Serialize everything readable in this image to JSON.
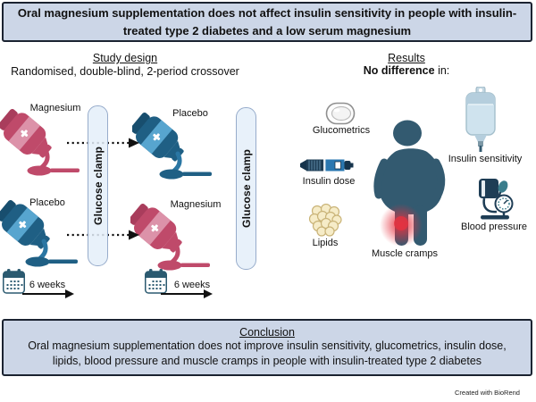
{
  "title": "Oral magnesium supplementation does not affect insulin sensitivity in people with insulin-treated type 2 diabetes and a low serum magnesium",
  "study_design": {
    "heading": "Study design",
    "subtitle": "Randomised, double-blind, 2-period crossover",
    "clamp_label": "Glucose clamp",
    "period1": {
      "top_label": "Magnesium",
      "bottom_label": "Placebo",
      "duration": "6 weeks"
    },
    "period2": {
      "top_label": "Placebo",
      "bottom_label": "Magnesium",
      "duration": "6 weeks"
    }
  },
  "results": {
    "heading": "Results",
    "emphasis": "No difference",
    "suffix": " in:",
    "labels": {
      "glucometrics": "Glucometrics",
      "insulin_dose": "Insulin dose",
      "lipids": "Lipids",
      "muscle_cramps": "Muscle cramps",
      "insulin_sensitivity": "Insulin sensitivity",
      "blood_pressure": "Blood pressure"
    }
  },
  "conclusion": {
    "heading": "Conclusion",
    "text": "Oral magnesium supplementation does not improve insulin sensitivity, glucometrics, insulin dose, lipids, blood pressure and muscle cramps in people with insulin-treated type 2 diabetes"
  },
  "watermark": "Created with BioRend",
  "colors": {
    "panel_bg": "#ccd6e7",
    "panel_border": "#1b2331",
    "magnesium_body": "#bf4a6a",
    "magnesium_band": "#dc92a9",
    "placebo_body": "#1f5f84",
    "placebo_band": "#57a5cf",
    "clamp_fill": "#e4eef9",
    "clamp_border": "#97accb",
    "person": "#335a70",
    "cramp_red": "#e63240",
    "lipid_fill": "#f6ecc8",
    "lipid_stroke": "#c9b377",
    "calendar": "#2b5a70"
  }
}
